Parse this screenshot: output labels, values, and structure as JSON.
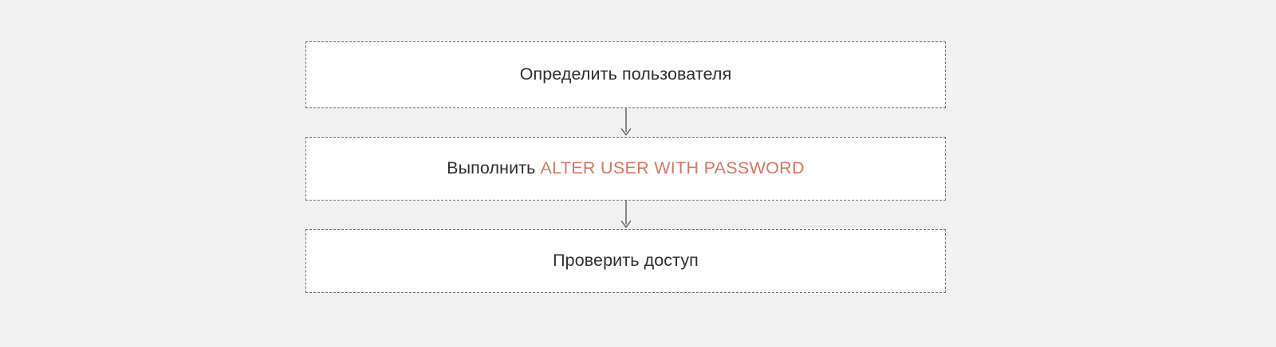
{
  "diagram": {
    "type": "flowchart",
    "orientation": "vertical",
    "background_color": "#f1f1f1",
    "node_fill_color": "#ffffff",
    "node_border_color": "#6e6e6e",
    "node_border_style": "dashed",
    "text_color": "#2f2f2f",
    "accent_color": "#d4795f",
    "connector_color": "#595959",
    "nodes": [
      {
        "id": "step-1",
        "label": "Определить пользователя",
        "code": "",
        "prefix": "Определить пользователя"
      },
      {
        "id": "step-2",
        "label": "Выполнить ALTER USER WITH PASSWORD",
        "prefix": "Выполнить ",
        "code": "ALTER USER WITH PASSWORD"
      },
      {
        "id": "step-3",
        "label": "Проверить доступ",
        "code": "",
        "prefix": "Проверить доступ"
      }
    ],
    "connectors": [
      {
        "id": "arrow-1",
        "from": "step-1",
        "to": "step-2",
        "icon": "arrow-down-icon"
      },
      {
        "id": "arrow-2",
        "from": "step-2",
        "to": "step-3",
        "icon": "arrow-down-icon"
      }
    ]
  }
}
